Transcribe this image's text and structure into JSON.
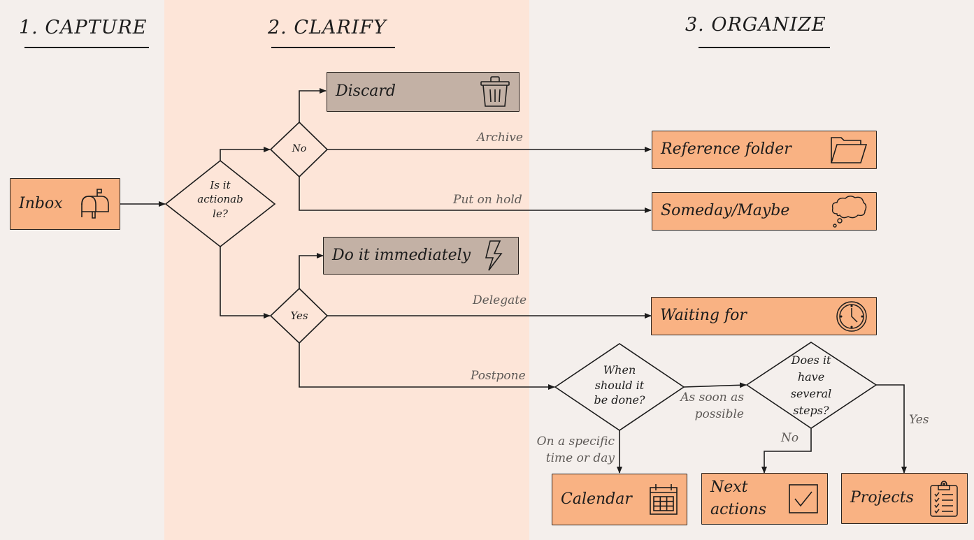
{
  "columns": [
    {
      "title": "1. CAPTURE"
    },
    {
      "title": "2. CLARIFY"
    },
    {
      "title": "3. ORGANIZE"
    }
  ],
  "colors": {
    "capture_bg": "#f4efec",
    "clarify_bg": "#fde5d8",
    "organize_bg": "#f4efec",
    "orange_box": "#f9b283",
    "grey_box": "#c3b1a5",
    "line": "#1c1c1c",
    "edge_label": "#5e5a57"
  },
  "boxes": {
    "inbox": {
      "label": "Inbox",
      "icon": "mailbox-icon"
    },
    "discard": {
      "label": "Discard",
      "icon": "trash-icon"
    },
    "do_it": {
      "label": "Do it immediately",
      "icon": "lightning-icon"
    },
    "reference": {
      "label": "Reference folder",
      "icon": "folder-icon"
    },
    "someday": {
      "label": "Someday/Maybe",
      "icon": "thought-cloud-icon"
    },
    "waiting": {
      "label": "Waiting for",
      "icon": "clock-icon"
    },
    "calendar": {
      "label": "Calendar",
      "icon": "calendar-icon"
    },
    "next_actions": {
      "label_line1": "Next",
      "label_line2": "actions",
      "icon": "checkbox-icon"
    },
    "projects": {
      "label": "Projects",
      "icon": "clipboard-checklist-icon"
    }
  },
  "decisions": {
    "actionable": {
      "line1": "Is it",
      "line2": "actionab",
      "line3": "le?"
    },
    "no": {
      "label": "No"
    },
    "yes": {
      "label": "Yes"
    },
    "when": {
      "line1": "When",
      "line2": "should it",
      "line3": "be done?"
    },
    "steps": {
      "line1": "Does it",
      "line2": "have",
      "line3": "several",
      "line4": "steps?"
    }
  },
  "edge_labels": {
    "archive": "Archive",
    "put_on_hold": "Put on hold",
    "delegate": "Delegate",
    "postpone": "Postpone",
    "asap_line1": "As soon as",
    "asap_line2": "possible",
    "specific_line1": "On a specific",
    "specific_line2": "time or day",
    "steps_no": "No",
    "steps_yes": "Yes"
  }
}
